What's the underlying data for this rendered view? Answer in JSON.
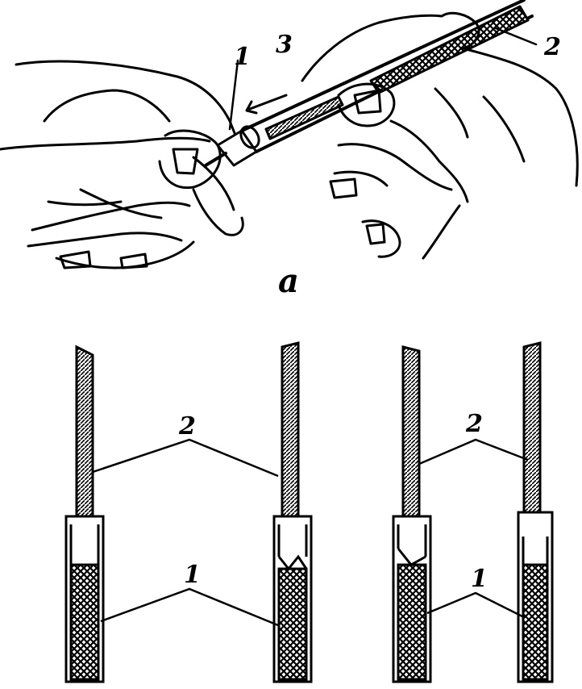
{
  "labels": {
    "top_part1": "1",
    "top_part2": "2",
    "top_part3": "3",
    "caption": "a",
    "left_pair_part2": "2",
    "left_pair_part1": "1",
    "right_pair_part2": "2",
    "right_pair_part1": "1"
  },
  "colors": {
    "ink": "#000000",
    "paper": "#ffffff"
  }
}
